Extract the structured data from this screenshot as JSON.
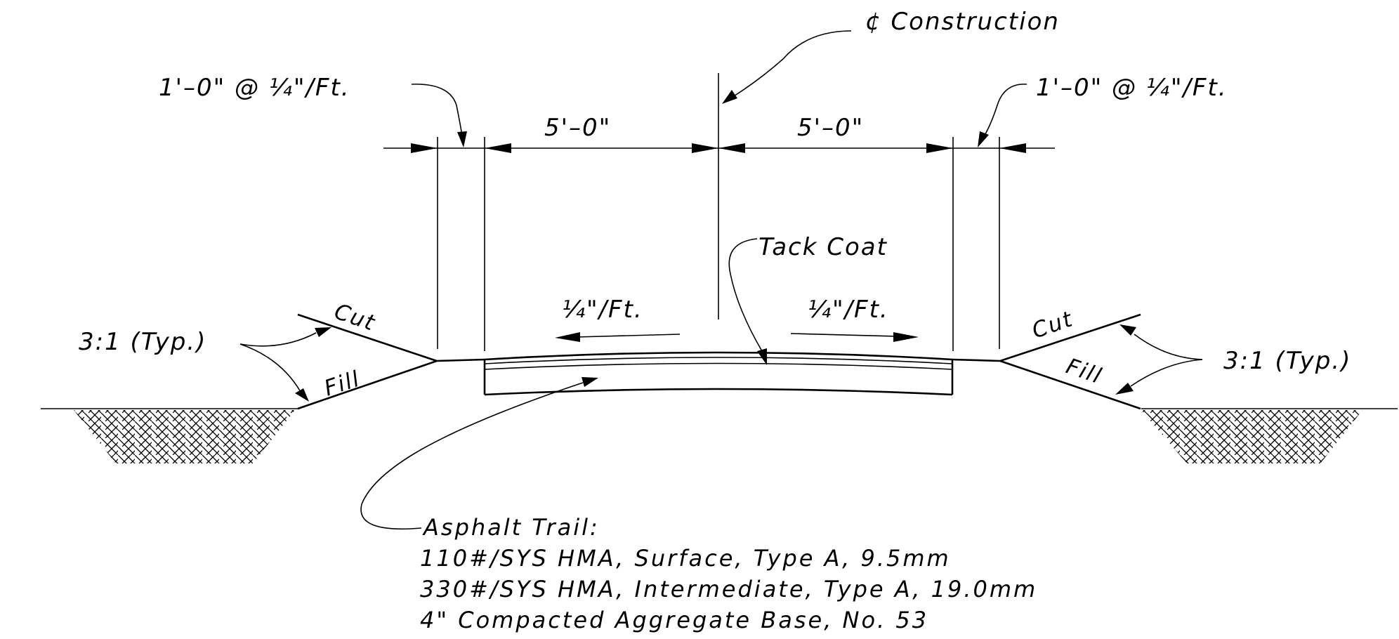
{
  "labels": {
    "construction": "¢ Construction",
    "left_shoulder": "1'–0\" @ ¼\"/Ft.",
    "right_shoulder": "1'–0\" @ ¼\"/Ft.",
    "left_width": "5'–0\"",
    "right_width": "5'–0\"",
    "tack_coat": "Tack Coat",
    "left_slope": "¼\"/Ft.",
    "right_slope": "¼\"/Ft.",
    "cut_left": "Cut",
    "fill_left": "Fill",
    "cut_right": "Cut",
    "fill_right": "Fill",
    "typ_left": "3:1 (Typ.)",
    "typ_right": "3:1 (Typ.)"
  },
  "notes": {
    "title": "Asphalt Trail:",
    "lines": [
      "110#/SYS HMA, Surface, Type A, 9.5mm",
      "330#/SYS HMA, Intermediate, Type A, 19.0mm",
      "4\"  Compacted Aggregate Base, No. 53"
    ]
  }
}
